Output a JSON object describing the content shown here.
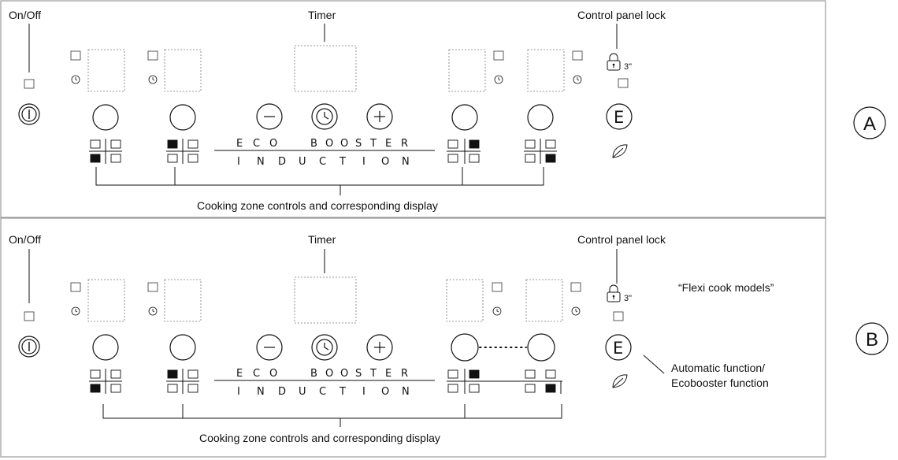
{
  "panels": [
    {
      "badge": "A",
      "labels": {
        "on_off": "On/Off",
        "timer": "Timer",
        "lock": "Control panel lock",
        "lock_time": "3\"",
        "bottom": "Cooking zone controls and corresponding display"
      },
      "brand_top": [
        "E",
        "C",
        "O",
        "B",
        "O",
        "O",
        "S",
        "T",
        "E",
        "R"
      ],
      "brand_bottom": [
        "I",
        "N",
        "D",
        "U",
        "C",
        "T",
        "I",
        "O",
        "N"
      ]
    },
    {
      "badge": "B",
      "labels": {
        "on_off": "On/Off",
        "timer": "Timer",
        "lock": "Control panel lock",
        "lock_time": "3\"",
        "bottom": "Cooking zone controls and corresponding display",
        "model_note": "“Flexi cook models”",
        "auto_line1": "Automatic function/",
        "auto_line2": "Ecobooster function"
      },
      "brand_top": [
        "E",
        "C",
        "O",
        "B",
        "O",
        "O",
        "S",
        "T",
        "E",
        "R"
      ],
      "brand_bottom": [
        "I",
        "N",
        "D",
        "U",
        "C",
        "T",
        "I",
        "O",
        "N"
      ]
    }
  ],
  "icons": {
    "power": "power-icon",
    "minus": "minus-icon",
    "plus": "plus-icon",
    "timer": "clock-icon",
    "lock": "padlock-icon",
    "eco": "E",
    "leaf": "leaf-icon"
  },
  "colors": {
    "frame": "#999999",
    "ink": "#111111",
    "dotted": "#777777"
  }
}
